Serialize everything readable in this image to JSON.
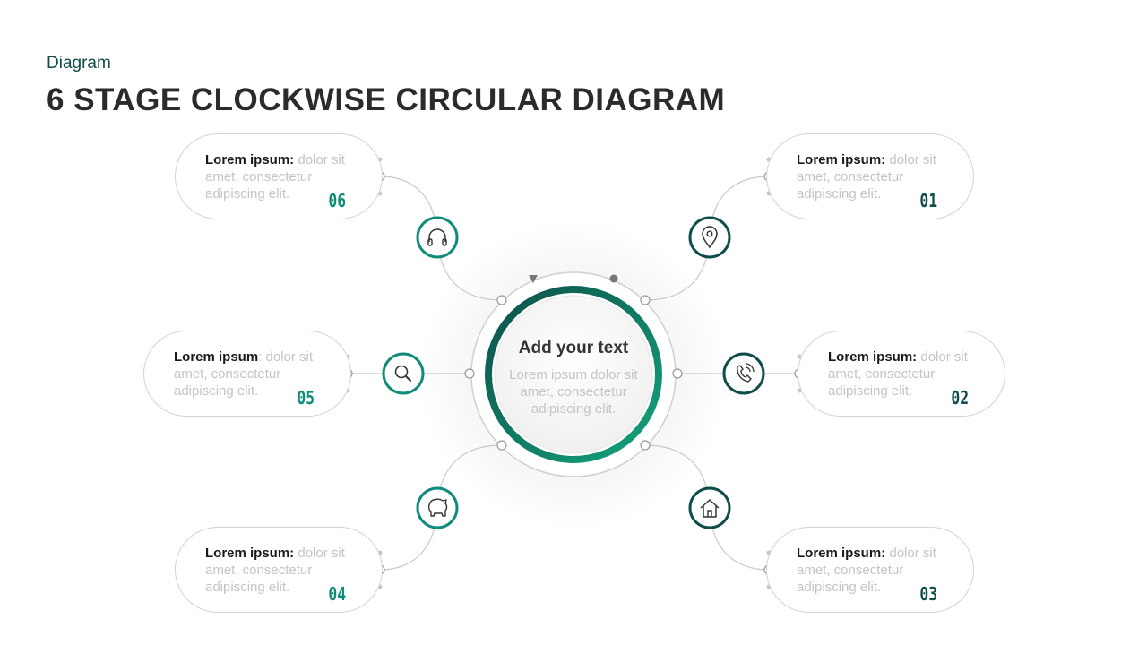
{
  "header": {
    "eyebrow": "Diagram",
    "title": "6 STAGE CLOCKWISE CIRCULAR DIAGRAM"
  },
  "center": {
    "title": "Add your text",
    "body": "Lorem ipsum dolor sit amet, consectetur adipiscing elit."
  },
  "colors": {
    "teal_dark": "#0f4d4a",
    "teal": "#0e8c7a",
    "green": "#12a37a",
    "line_gray": "#c8c8c8"
  },
  "stages": [
    {
      "number": "01",
      "heading": "Lorem ipsum:",
      "body": " dolor sit amet, consectetur adipiscing elit.",
      "icon": "location-pin-icon"
    },
    {
      "number": "02",
      "heading": "Lorem ipsum:",
      "body": " dolor sit amet, consectetur adipiscing elit.",
      "icon": "phone-icon"
    },
    {
      "number": "03",
      "heading": "Lorem ipsum:",
      "body": " dolor sit amet, consectetur adipiscing elit.",
      "icon": "home-icon"
    },
    {
      "number": "04",
      "heading": "Lorem ipsum:",
      "body": " dolor sit amet, consectetur adipiscing elit.",
      "icon": "piggy-bank-icon"
    },
    {
      "number": "05",
      "heading": "Lorem ipsum",
      "body": ": dolor sit amet, consectetur adipiscing elit.",
      "icon": "search-icon"
    },
    {
      "number": "06",
      "heading": "Lorem ipsum:",
      "body": " dolor sit amet, consectetur adipiscing elit.",
      "icon": "headphones-icon"
    }
  ]
}
